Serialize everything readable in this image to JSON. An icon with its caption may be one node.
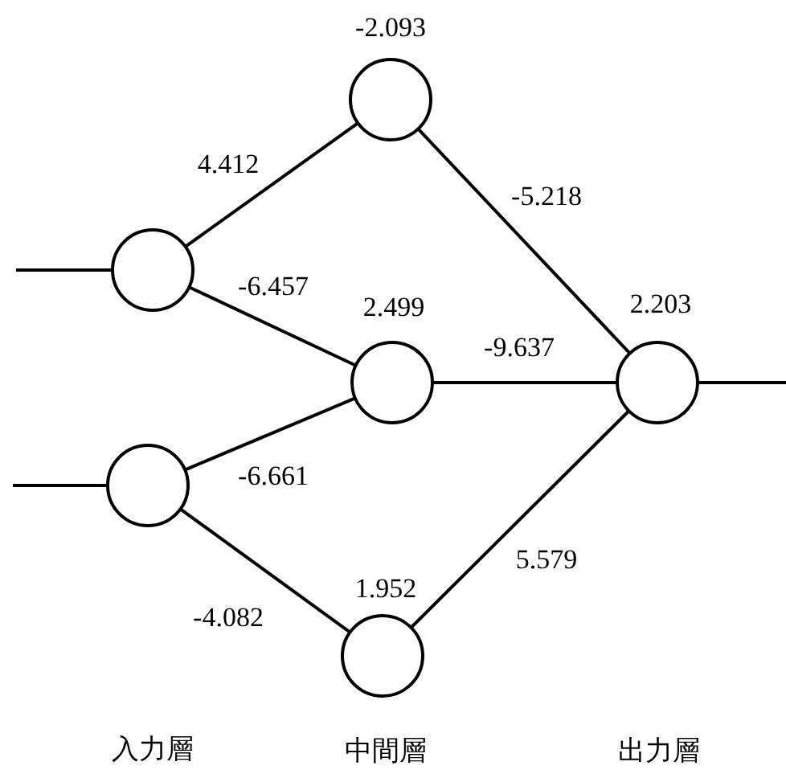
{
  "diagram": {
    "nodes": [
      {
        "text": [],
        "shape": "circle"
      },
      {
        "text": [],
        "shape": "circle"
      },
      {
        "text": [],
        "shape": "circle",
        "beside": [
          "-2.093"
        ]
      },
      {
        "text": [],
        "shape": "circle",
        "beside": [
          "2.499"
        ]
      },
      {
        "text": [],
        "shape": "circle",
        "beside": [
          "1.952"
        ]
      },
      {
        "text": [],
        "shape": "circle",
        "beside": [
          "2.203"
        ]
      }
    ],
    "edges": [
      {
        "from": null,
        "to": 0,
        "arrow": "none"
      },
      {
        "from": null,
        "to": 1,
        "arrow": "none"
      },
      {
        "from": 0,
        "to": 2,
        "arrow": "none",
        "label": "4.412"
      },
      {
        "from": 0,
        "to": 3,
        "arrow": "none",
        "label": "-6.457"
      },
      {
        "from": 1,
        "to": 3,
        "arrow": "none",
        "label": "-6.661"
      },
      {
        "from": 1,
        "to": 4,
        "arrow": "none",
        "label": "-4.082"
      },
      {
        "from": 2,
        "to": 5,
        "arrow": "none",
        "label": "-5.218"
      },
      {
        "from": 3,
        "to": 5,
        "arrow": "none",
        "label": "-9.637"
      },
      {
        "from": 4,
        "to": 5,
        "arrow": "none",
        "label": "5.579"
      },
      {
        "from": 5,
        "to": null,
        "arrow": "none"
      }
    ],
    "labels": [
      "入力層",
      "中間層",
      "出力層"
    ]
  }
}
